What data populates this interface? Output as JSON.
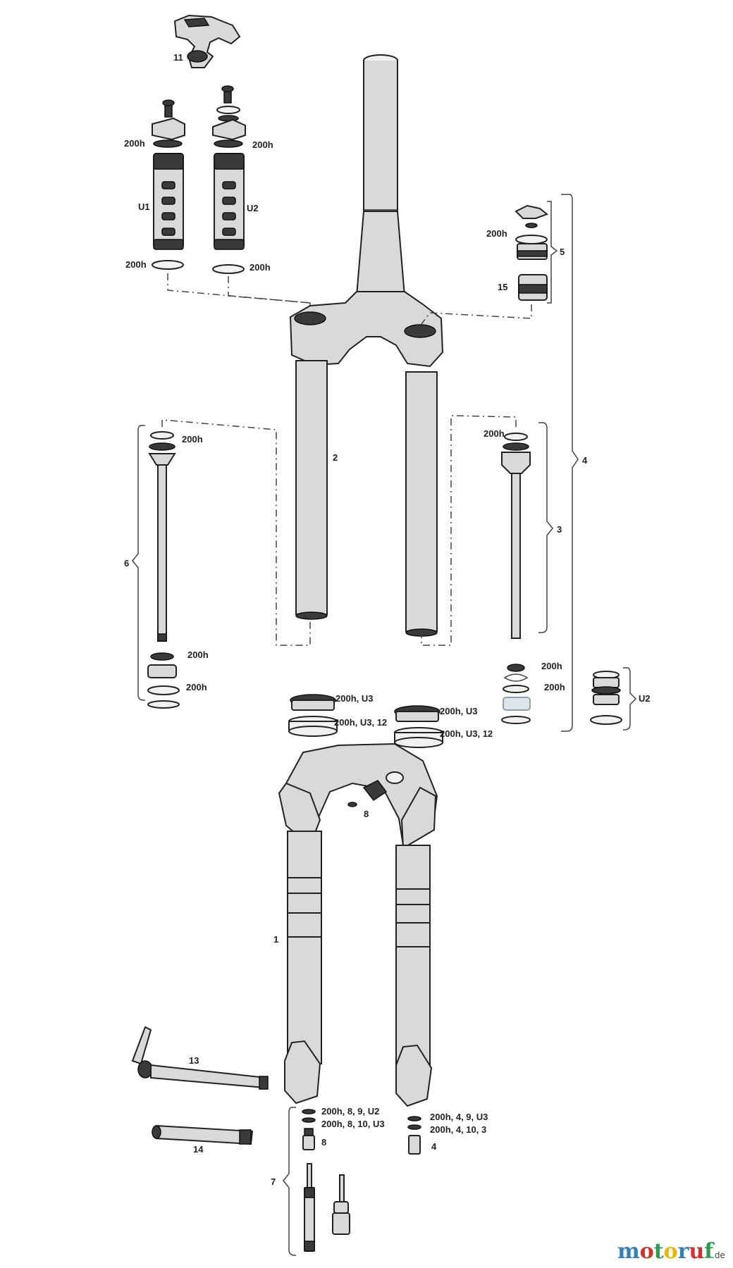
{
  "labels": {
    "l11": "11",
    "l200h_a": "200h",
    "l200h_b": "200h",
    "lU1": "U1",
    "lU2": "U2",
    "l200h_c": "200h",
    "l200h_d": "200h",
    "l5": "5",
    "l200h_e": "200h",
    "l15": "15",
    "l4": "4",
    "l2": "2",
    "l6": "6",
    "l200h_f": "200h",
    "l200h_g": "200h",
    "l200h_h": "200h",
    "l200h_i": "200h",
    "l3": "3",
    "l200h_j": "200h",
    "l200h_k": "200h",
    "lU2b": "U2",
    "l200hU3_a": "200h, U3",
    "l200hU312_a": "200h, U3, 12",
    "l200hU3_b": "200h, U3",
    "l200hU312_b": "200h, U3, 12",
    "l8": "8",
    "l1": "1",
    "l13": "13",
    "l14": "14",
    "l200h_892": "200h, 8, 9, U2",
    "l200h_8103": "200h, 8, 10, U3",
    "l8b": "8",
    "l200h_49": "200h, 4, 9, U3",
    "l200h_4103": "200h, 4, 10, 3",
    "l4b": "4",
    "l7": "7"
  },
  "logo": {
    "m": "m",
    "o1": "o",
    "t": "t",
    "o2": "o",
    "r": "r",
    "u": "u",
    "f": "f",
    "tld": ".de"
  },
  "logo_colors": {
    "m": "#2f7fc1",
    "o1": "#d2312b",
    "t": "#2f9a4c",
    "o2": "#f0b400",
    "r": "#2f7fc1",
    "u": "#d2312b",
    "f": "#2f9a4c"
  }
}
